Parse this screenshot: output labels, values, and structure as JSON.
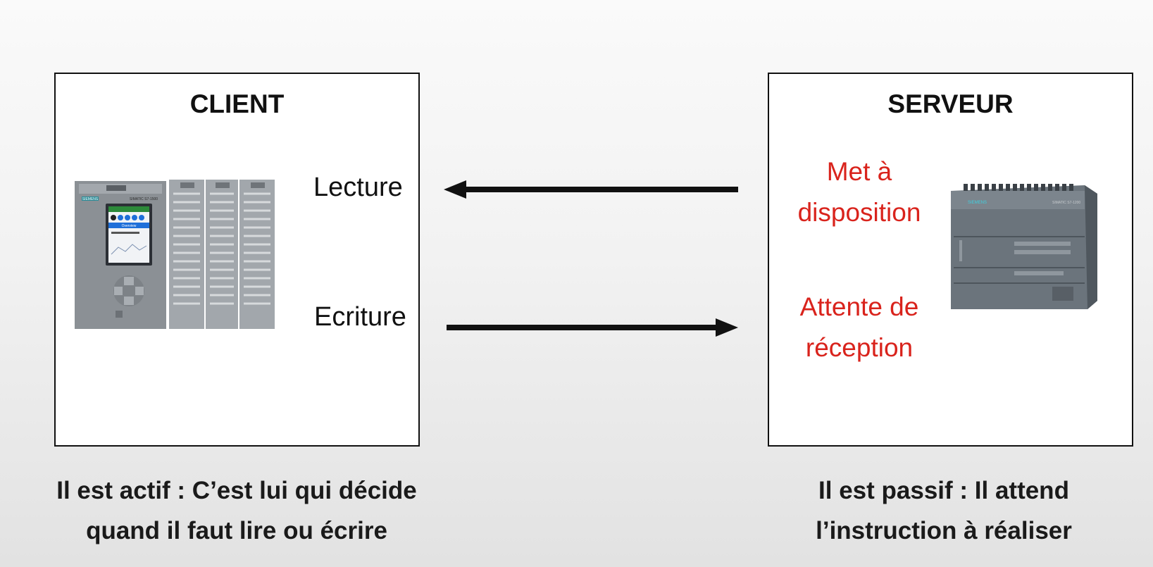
{
  "client": {
    "title": "CLIENT",
    "read_label": "Lecture",
    "write_label": "Ecriture",
    "caption_line1": "Il est actif : C’est lui qui décide",
    "caption_line2": "quand il faut lire ou écrire",
    "device_brand": "SIEMENS",
    "device_model": "SIMATIC S7-1500",
    "device_screen": "Overview"
  },
  "server": {
    "title": "SERVEUR",
    "status1_line1": "Met à",
    "status1_line2": "disposition",
    "status2_line1": "Attente de",
    "status2_line2": "réception",
    "caption_line1": "Il est passif : Il attend",
    "caption_line2": "l’instruction à réaliser",
    "device_brand": "SIEMENS",
    "device_model": "SIMATIC S7-1200"
  },
  "colors": {
    "status_red": "#d9231c",
    "ink": "#111111"
  }
}
